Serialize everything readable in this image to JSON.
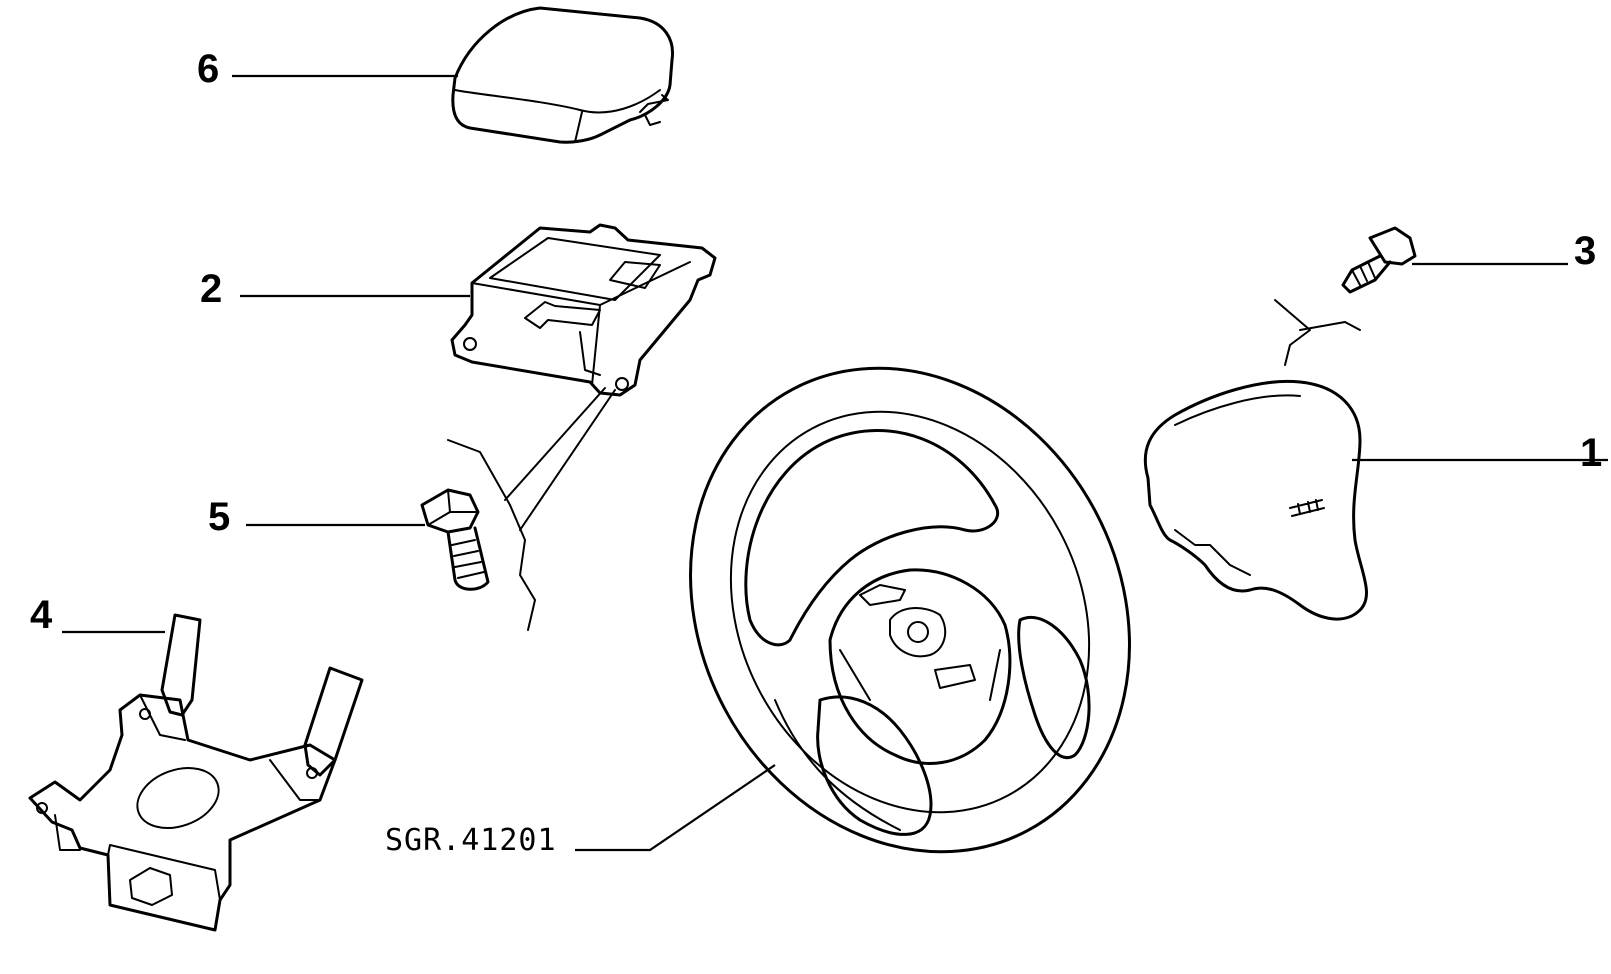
{
  "callouts": {
    "c1": "1",
    "c2": "2",
    "c3": "3",
    "c4": "4",
    "c5": "5",
    "c6": "6"
  },
  "reference_code": "SGR.41201",
  "icons": [
    "steering-wheel-icon",
    "airbag-module-icon",
    "control-unit-icon",
    "bolt-icon",
    "screw-icon",
    "bracket-icon",
    "cover-icon"
  ],
  "colors": {
    "line": "#000000",
    "background": "#ffffff"
  }
}
